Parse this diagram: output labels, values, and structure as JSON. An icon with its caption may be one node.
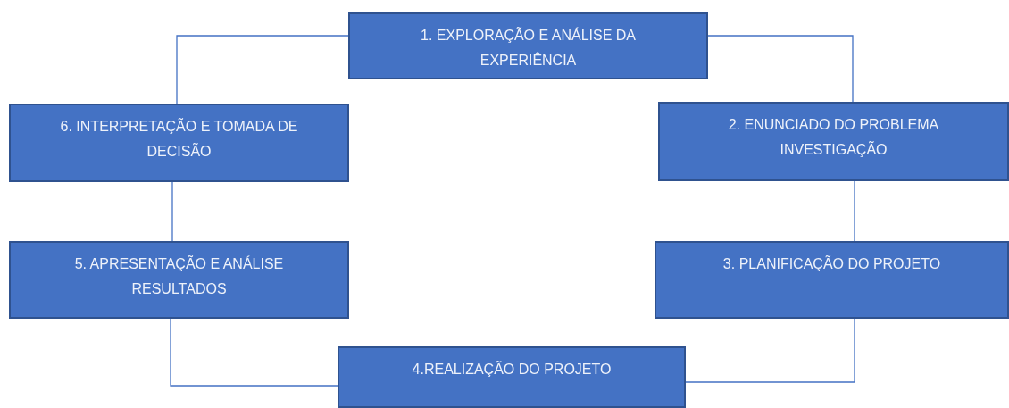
{
  "diagram": {
    "nodes": [
      {
        "text": [
          "1. EXPLORAÇÃO E ANÁLISE DA EXPERIÊNCIA"
        ]
      },
      {
        "text": [
          "2. ENUNCIADO DO PROBLEMA INVESTIGAÇÃO"
        ]
      },
      {
        "text": [
          "3. PLANIFICAÇÃO DO PROJETO"
        ]
      },
      {
        "text": [
          "4.REALIZAÇÃO DO PROJETO"
        ]
      },
      {
        "text": [
          "5. APRESENTAÇÃO E ANÁLISE RESULTADOS"
        ]
      },
      {
        "text": [
          "6. INTERPRETAÇÃO E TOMADA DE DECISÃO"
        ]
      }
    ],
    "edges": [
      {
        "from": 0,
        "to": 1,
        "arrow": "none"
      },
      {
        "from": 1,
        "to": 2,
        "arrow": "none"
      },
      {
        "from": 2,
        "to": 3,
        "arrow": "none"
      },
      {
        "from": 3,
        "to": 4,
        "arrow": "none"
      },
      {
        "from": 4,
        "to": 5,
        "arrow": "none"
      },
      {
        "from": 5,
        "to": 0,
        "arrow": "none"
      }
    ]
  }
}
